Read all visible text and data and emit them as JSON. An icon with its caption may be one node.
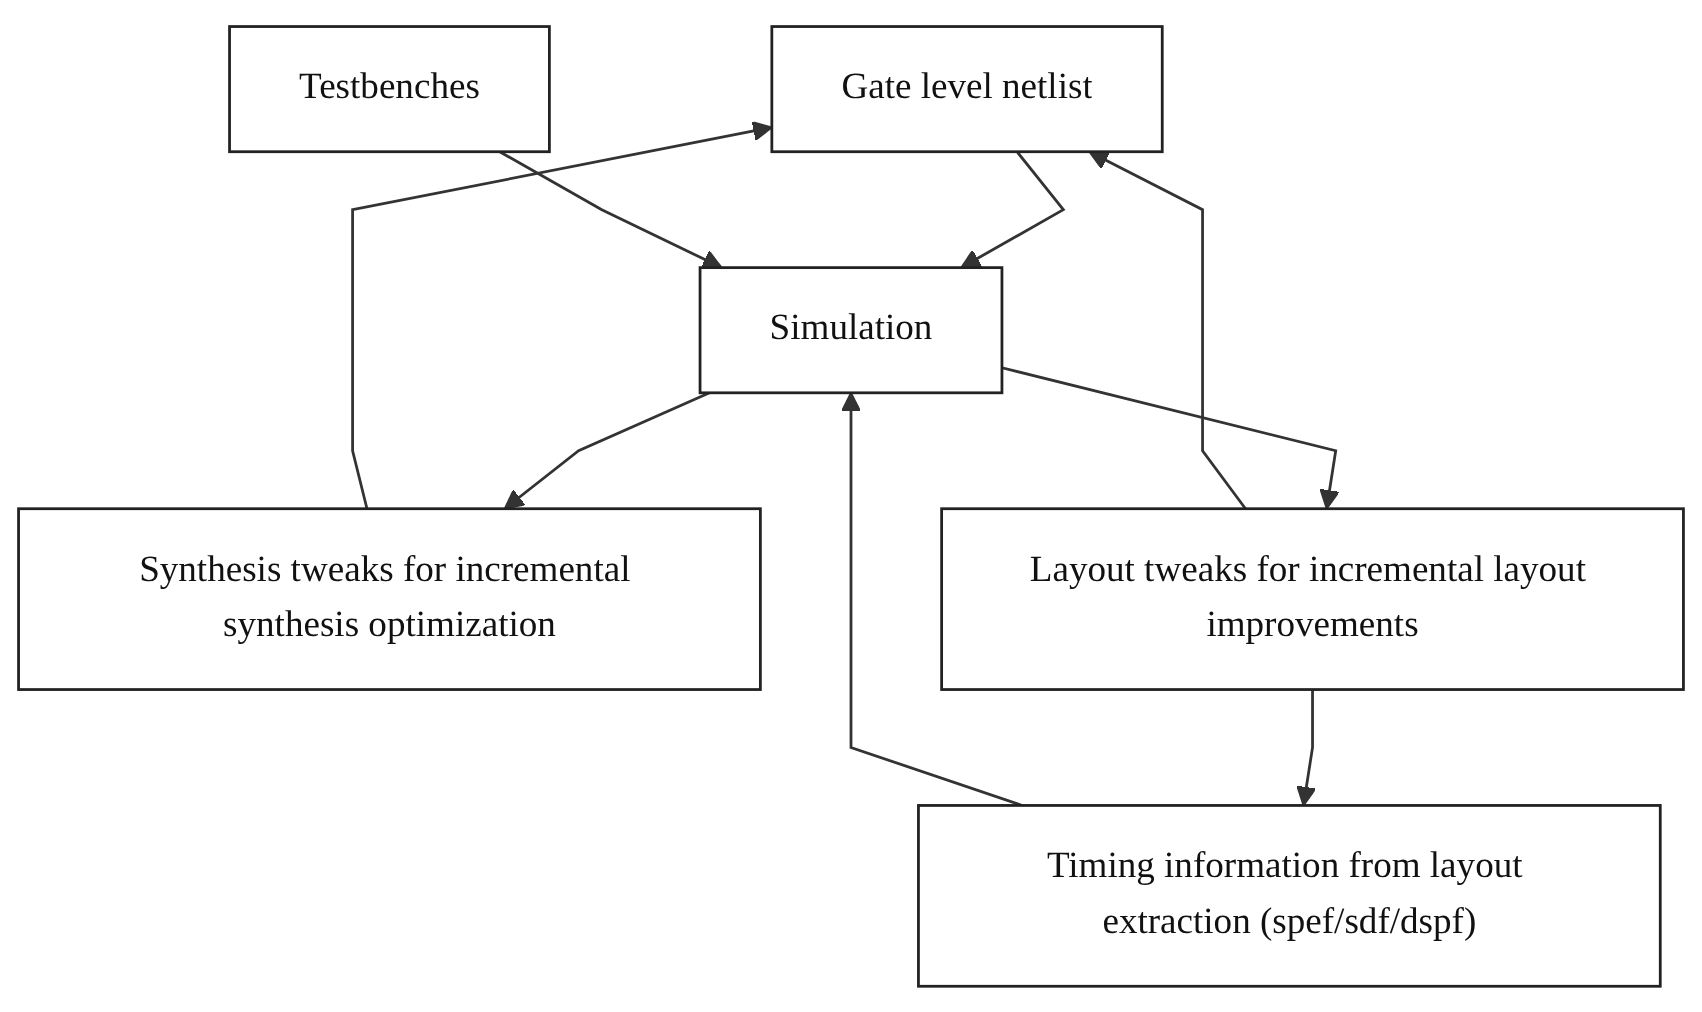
{
  "diagram": {
    "nodes": [
      {
        "text": [
          "Gate level netlist"
        ]
      },
      {
        "text": [
          "Testbenches"
        ]
      },
      {
        "text": [
          "Timing information from layout extraction (spef/sdf/dspf)"
        ]
      },
      {
        "text": [
          "Simulation"
        ]
      },
      {
        "text": [
          "Synthesis tweaks for incremental synthesis optimization"
        ]
      },
      {
        "text": [
          "Layout tweaks for incremental layout improvements"
        ]
      }
    ],
    "edges": [
      {
        "from": 0,
        "to": 3,
        "arrow": "to"
      },
      {
        "from": 1,
        "to": 3,
        "arrow": "to"
      },
      {
        "from": 2,
        "to": 3,
        "arrow": "to"
      },
      {
        "from": 3,
        "to": 4,
        "arrow": "to"
      },
      {
        "from": 3,
        "to": 5,
        "arrow": "to"
      },
      {
        "from": 4,
        "to": 0,
        "arrow": "to"
      },
      {
        "from": 5,
        "to": 0,
        "arrow": "to"
      },
      {
        "from": 5,
        "to": 2,
        "arrow": "to"
      }
    ]
  }
}
